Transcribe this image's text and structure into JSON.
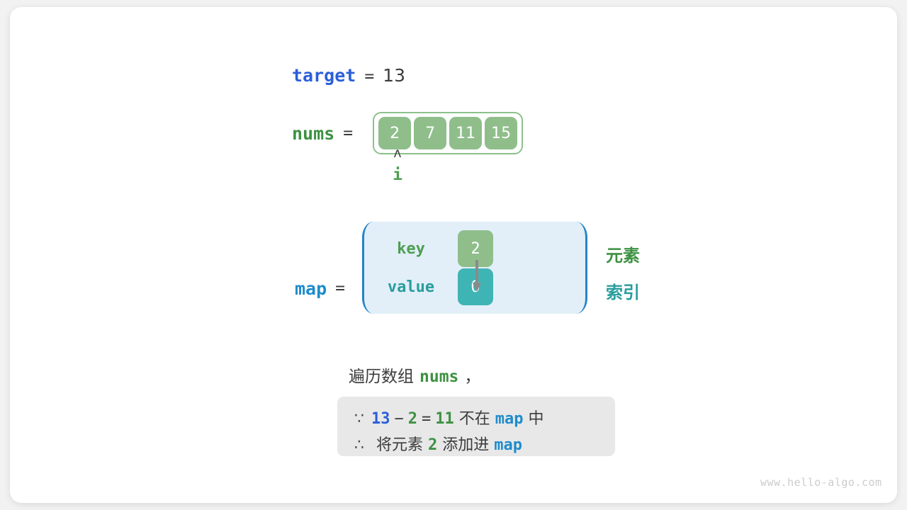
{
  "target": {
    "name": "target",
    "eq": "=",
    "value": "13"
  },
  "nums": {
    "name": "nums",
    "eq": "=",
    "cells": [
      "2",
      "7",
      "11",
      "15"
    ],
    "pointer": {
      "caret": "ʌ",
      "label": "i",
      "index": 0
    }
  },
  "map": {
    "name": "map",
    "eq": "=",
    "key_label": "key",
    "value_label": "value",
    "key_cell": "2",
    "value_cell": "0",
    "side_labels": {
      "element": "元素",
      "index": "索引"
    }
  },
  "caption": {
    "prefix": "遍历数组",
    "code": "nums",
    "suffix": "，"
  },
  "reason": {
    "line1": {
      "symbol": "∵",
      "a": "13",
      "op1": "−",
      "b": "2",
      "op2": "=",
      "c": "11",
      "text1": "不在",
      "map": "map",
      "text2": "中"
    },
    "line2": {
      "symbol": "∴",
      "text1": "将元素",
      "a": "2",
      "text2": "添加进",
      "map": "map"
    }
  },
  "watermark": "www.hello-algo.com",
  "colors": {
    "blue_target": "#2b5fd9",
    "blue_map": "#1f8ccc",
    "green": "#3d9142",
    "teal": "#2a9d9d",
    "cell_green": "#8fbe8b",
    "cell_teal": "#3fb4b4",
    "map_bg": "#e2eff9",
    "reason_bg": "#e8e8e8"
  }
}
